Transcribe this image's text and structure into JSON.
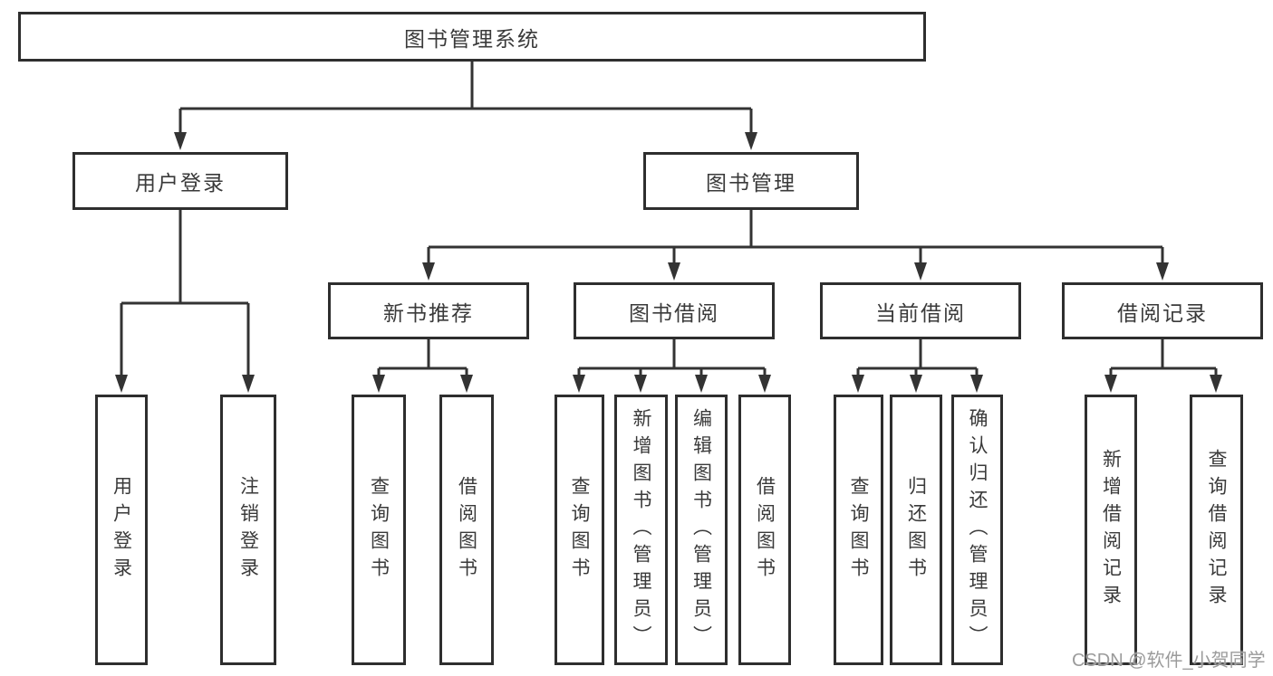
{
  "diagram": {
    "type": "hierarchy-chart",
    "tree": {
      "label": "图书管理系统",
      "children": [
        {
          "label": "用户登录",
          "children": [
            {
              "label": "用户登录"
            },
            {
              "label": "注销登录"
            }
          ]
        },
        {
          "label": "图书管理",
          "children": [
            {
              "label": "新书推荐",
              "children": [
                {
                  "label": "查询图书"
                },
                {
                  "label": "借阅图书"
                }
              ]
            },
            {
              "label": "图书借阅",
              "children": [
                {
                  "label": "查询图书"
                },
                {
                  "label": "新增图书（管理员）"
                },
                {
                  "label": "编辑图书（管理员）"
                },
                {
                  "label": "借阅图书"
                }
              ]
            },
            {
              "label": "当前借阅",
              "children": [
                {
                  "label": "查询图书"
                },
                {
                  "label": "归还图书"
                },
                {
                  "label": "确认归还（管理员）"
                }
              ]
            },
            {
              "label": "借阅记录",
              "children": [
                {
                  "label": "新增借阅记录"
                },
                {
                  "label": "查询借阅记录"
                }
              ]
            }
          ]
        }
      ]
    },
    "colors": {
      "line": "#333333",
      "box_border": "#2e2e2e",
      "text": "#3a3a3a",
      "watermark": "#9b9b9b",
      "background": "#ffffff"
    }
  },
  "watermark": {
    "text": "CSDN @软件_小贺同学"
  }
}
